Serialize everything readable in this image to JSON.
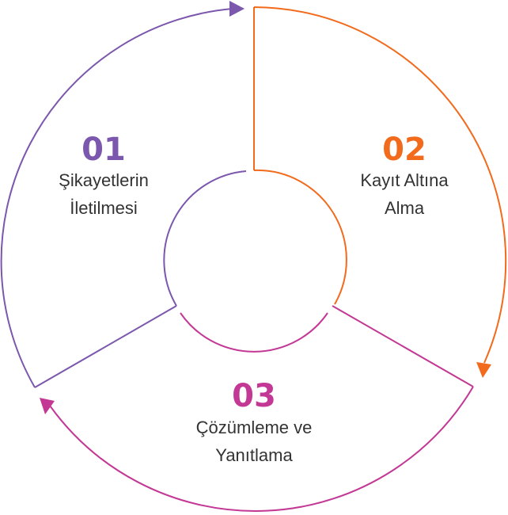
{
  "steps": [
    {
      "number": "01",
      "line1": "Şikayetlerin",
      "line2": "İletilmesi",
      "color": "#7b57ad"
    },
    {
      "number": "02",
      "line1": "Kayıt Altına",
      "line2": "Alma",
      "color": "#f26a1b"
    },
    {
      "number": "03",
      "line1": "Çözümleme ve",
      "line2": "Yanıtlama",
      "color": "#c33795"
    }
  ]
}
